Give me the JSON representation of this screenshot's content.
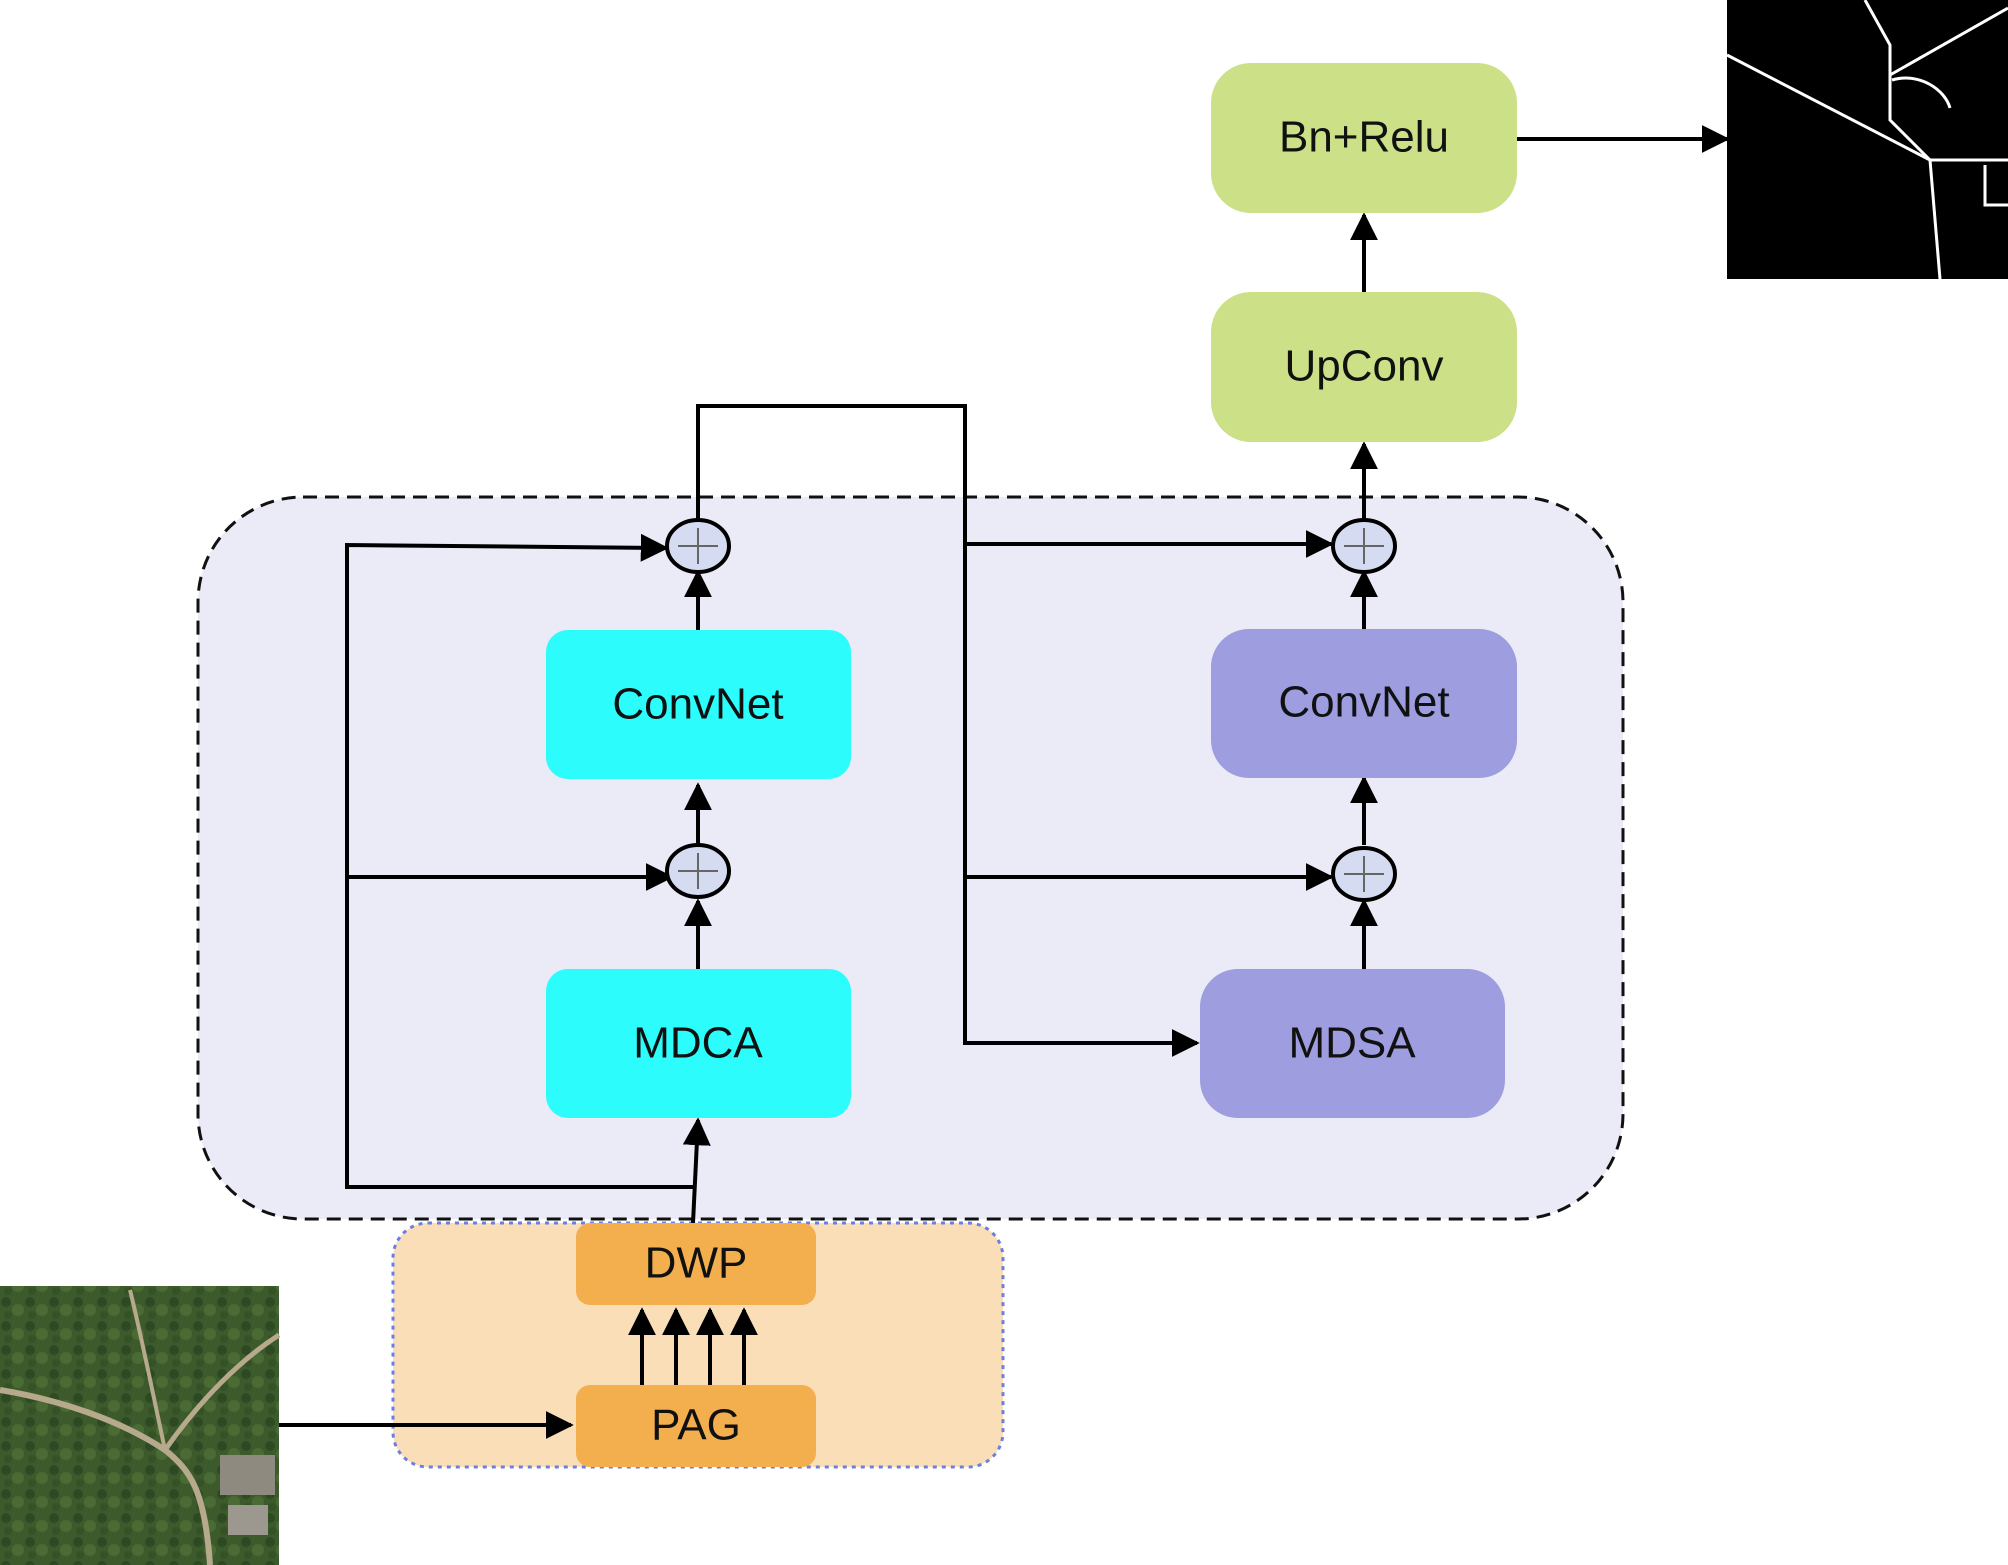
{
  "blocks": {
    "bn_relu": "Bn+Relu",
    "upconv": "UpConv",
    "convnet_left": "ConvNet",
    "mdca": "MDCA",
    "convnet_right": "ConvNet",
    "mdsa": "MDSA",
    "dwp": "DWP",
    "pag": "PAG"
  },
  "images": {
    "input": "satellite-image",
    "output": "road-segmentation-mask"
  },
  "colors": {
    "cyan_block": "#2cfcfc",
    "purple_block": "#9d9ddf",
    "green_block": "#cbe087",
    "orange_block": "#f3af4d",
    "module_bg": "#ebebf7",
    "prep_bg": "#f9deb8",
    "adder_fill": "#d5dcf2"
  }
}
